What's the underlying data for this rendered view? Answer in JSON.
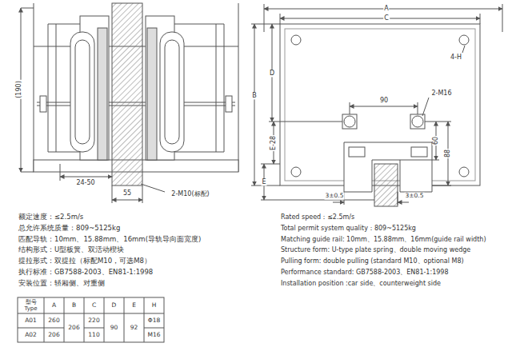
{
  "diagram": {
    "labels": [
      "(190)",
      "24-50",
      "55",
      "2-M10(标配)",
      "A",
      "C",
      "4-H",
      "D",
      "B",
      "90",
      "2-M16",
      "60",
      "88",
      "E-28",
      "E",
      "3±0.5",
      "3±0.5",
      "额定速度：≤2.5m/s",
      "总允许系统质量：809~5125kg",
      "匹配导轨：10mm、15.88mm、16mm(导轨导向面宽度)",
      "结构形式：U型板簧、双活动楔块",
      "提拉形式：双提拉（标配M10，可选M8）",
      "执行标准：GB7588-2003、EN81-1:1998",
      "安装位置：轿厢侧、对重侧",
      "Rated speed：≤2.5m/s",
      "Total permit system quality：809~5125kg",
      "Matching guide rail: 10mm、15.88mm、16mm(guide rail width)",
      "Structure form: U-type plate spring、double moving wedge",
      "Pulling form: double pulling (standard M10、optional M8)",
      "Performance standard: GB7588-2003、EN81-1:1998",
      "Installation position :car side、counterweight side",
      "型号 Type",
      "A",
      "B",
      "C",
      "D",
      "E",
      "H",
      "A01",
      "260",
      "206",
      "220",
      "90",
      "92",
      "Φ18",
      "A02",
      "206",
      "110",
      "M16"
    ]
  }
}
